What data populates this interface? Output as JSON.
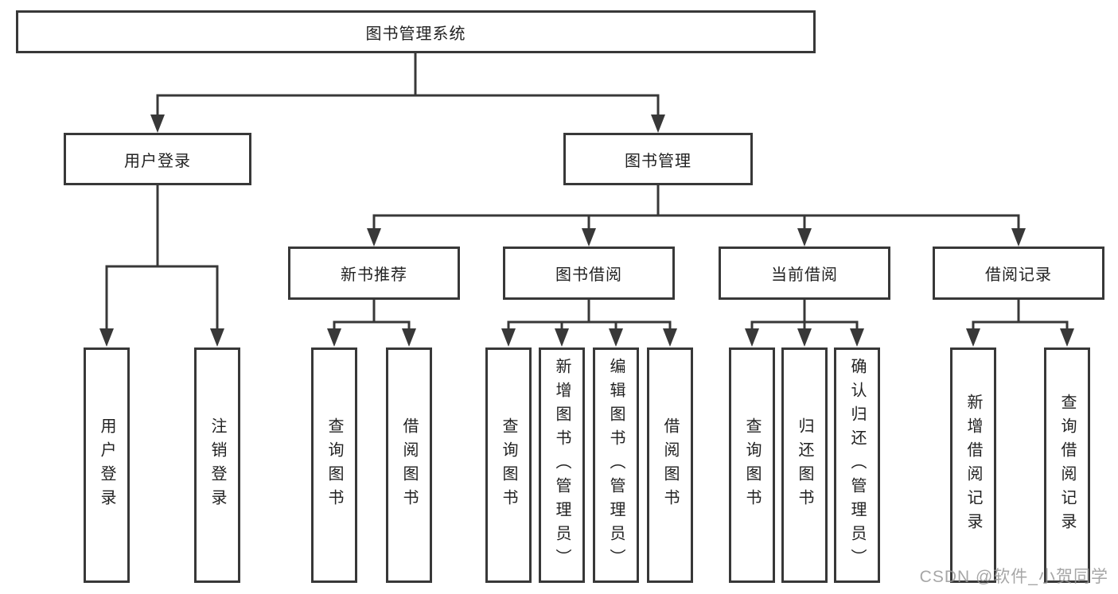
{
  "diagram": {
    "type": "hierarchy-tree",
    "title": "图书管理系统",
    "colors": {
      "line": "#383838",
      "box_border": "#383838",
      "text": "#222222",
      "background": "#ffffff",
      "watermark": "#969696"
    },
    "nodes": {
      "root": {
        "label": "图书管理系统",
        "level": 1,
        "children": [
          "user_login",
          "book_mgmt"
        ]
      },
      "user_login": {
        "label": "用户登录",
        "level": 2,
        "children": [
          "login",
          "logout"
        ]
      },
      "book_mgmt": {
        "label": "图书管理",
        "level": 2,
        "children": [
          "new_books",
          "borrowing",
          "current",
          "records"
        ]
      },
      "new_books": {
        "label": "新书推荐",
        "level": 3,
        "children": [
          "nb_query",
          "nb_borrow"
        ]
      },
      "borrowing": {
        "label": "图书借阅",
        "level": 3,
        "children": [
          "bw_query",
          "bw_add",
          "bw_edit",
          "bw_borrow"
        ]
      },
      "current": {
        "label": "当前借阅",
        "level": 3,
        "children": [
          "cur_query",
          "cur_return",
          "cur_confirm"
        ]
      },
      "records": {
        "label": "借阅记录",
        "level": 3,
        "children": [
          "rec_add",
          "rec_query"
        ]
      },
      "login": {
        "label": "用户登录",
        "level": 4,
        "orientation": "vertical"
      },
      "logout": {
        "label": "注销登录",
        "level": 4,
        "orientation": "vertical"
      },
      "nb_query": {
        "label": "查询图书",
        "level": 4,
        "orientation": "vertical"
      },
      "nb_borrow": {
        "label": "借阅图书",
        "level": 4,
        "orientation": "vertical"
      },
      "bw_query": {
        "label": "查询图书",
        "level": 4,
        "orientation": "vertical"
      },
      "bw_add": {
        "label": "新增图书（管理员）",
        "level": 4,
        "orientation": "vertical"
      },
      "bw_edit": {
        "label": "编辑图书（管理员）",
        "level": 4,
        "orientation": "vertical"
      },
      "bw_borrow": {
        "label": "借阅图书",
        "level": 4,
        "orientation": "vertical"
      },
      "cur_query": {
        "label": "查询图书",
        "level": 4,
        "orientation": "vertical"
      },
      "cur_return": {
        "label": "归还图书",
        "level": 4,
        "orientation": "vertical"
      },
      "cur_confirm": {
        "label": "确认归还（管理员）",
        "level": 4,
        "orientation": "vertical"
      },
      "rec_add": {
        "label": "新增借阅记录",
        "level": 4,
        "orientation": "vertical"
      },
      "rec_query": {
        "label": "查询借阅记录",
        "level": 4,
        "orientation": "vertical"
      }
    },
    "watermark": "CSDN @软件_小贺同学"
  }
}
